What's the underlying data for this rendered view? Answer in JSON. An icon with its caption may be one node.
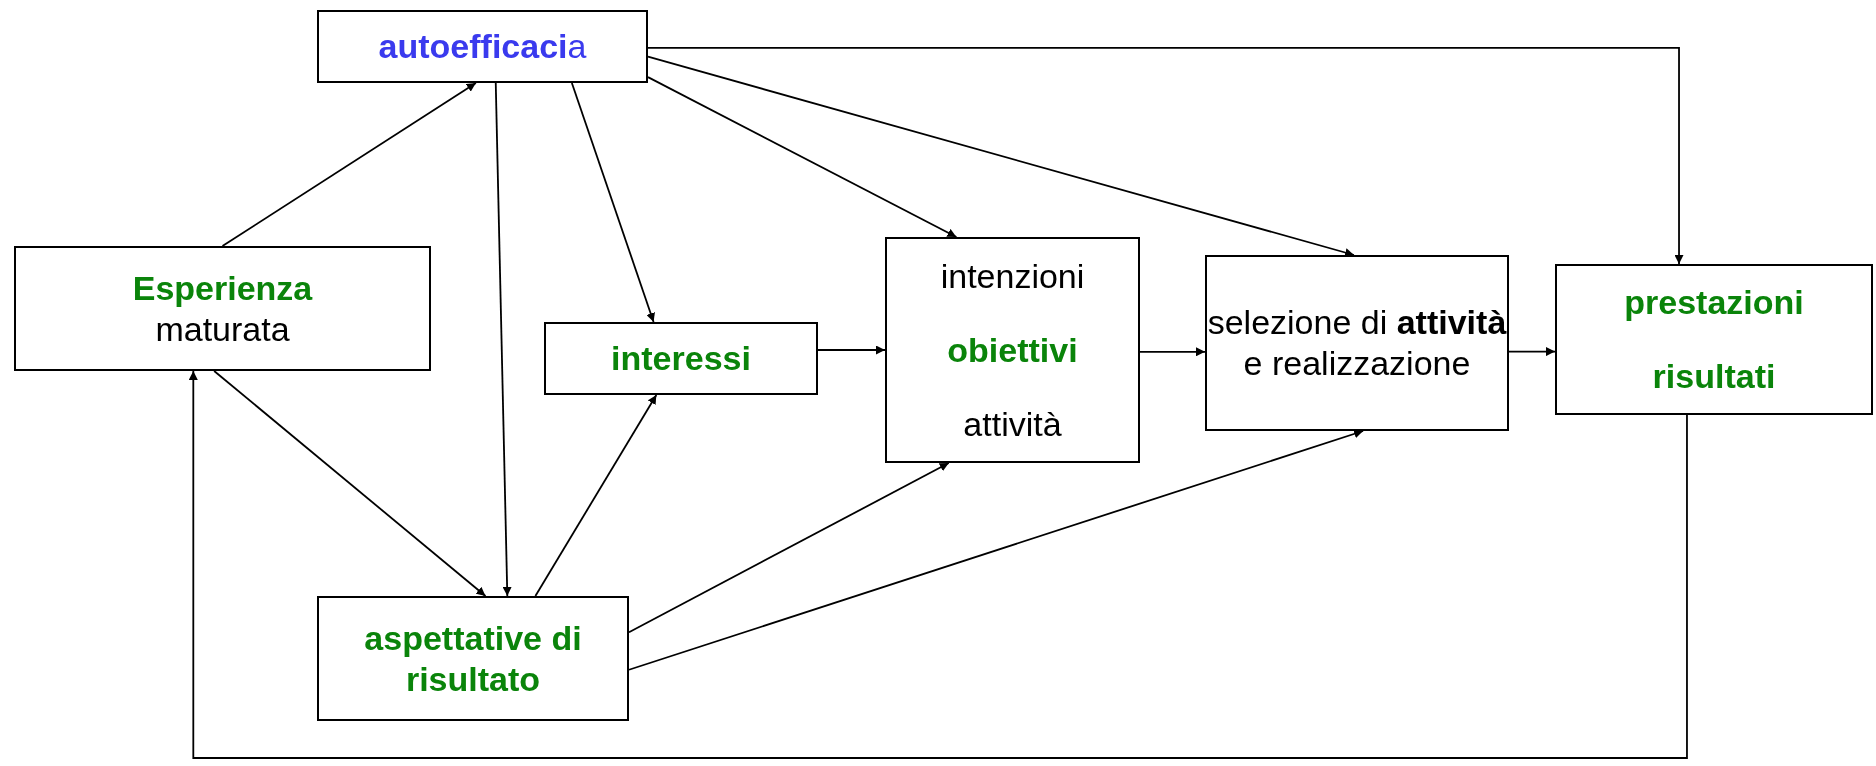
{
  "diagram": {
    "nodes": [
      {
        "text": [
          "**autoefficaci**a"
        ]
      },
      {
        "text": [
          "Esperienza",
          "maturata"
        ]
      },
      {
        "text": [
          "interessi"
        ]
      },
      {
        "text": [
          "intenzioni",
          "obiettivi",
          "attività"
        ]
      },
      {
        "text": [
          "selezione di **attività** e realizzazione"
        ]
      },
      {
        "text": [
          "prestazioni",
          "risultati"
        ]
      },
      {
        "text": [
          "aspettative di risultato"
        ]
      }
    ],
    "edges": [
      {
        "from": 1,
        "to": 0,
        "arrow": "to"
      },
      {
        "from": 0,
        "to": 6,
        "arrow": "to"
      },
      {
        "from": 0,
        "to": 2,
        "arrow": "to"
      },
      {
        "from": 0,
        "to": 3,
        "arrow": "to"
      },
      {
        "from": 0,
        "to": 4,
        "arrow": "to"
      },
      {
        "from": 0,
        "to": 5,
        "arrow": "to"
      },
      {
        "from": 1,
        "to": 6,
        "arrow": "to"
      },
      {
        "from": 6,
        "to": 2,
        "arrow": "to"
      },
      {
        "from": 6,
        "to": 3,
        "arrow": "to"
      },
      {
        "from": 6,
        "to": 4,
        "arrow": "to"
      },
      {
        "from": 2,
        "to": 3,
        "arrow": "to"
      },
      {
        "from": 3,
        "to": 4,
        "arrow": "to"
      },
      {
        "from": 4,
        "to": 5,
        "arrow": "to"
      },
      {
        "from": 5,
        "to": 1,
        "arrow": "to"
      }
    ]
  }
}
